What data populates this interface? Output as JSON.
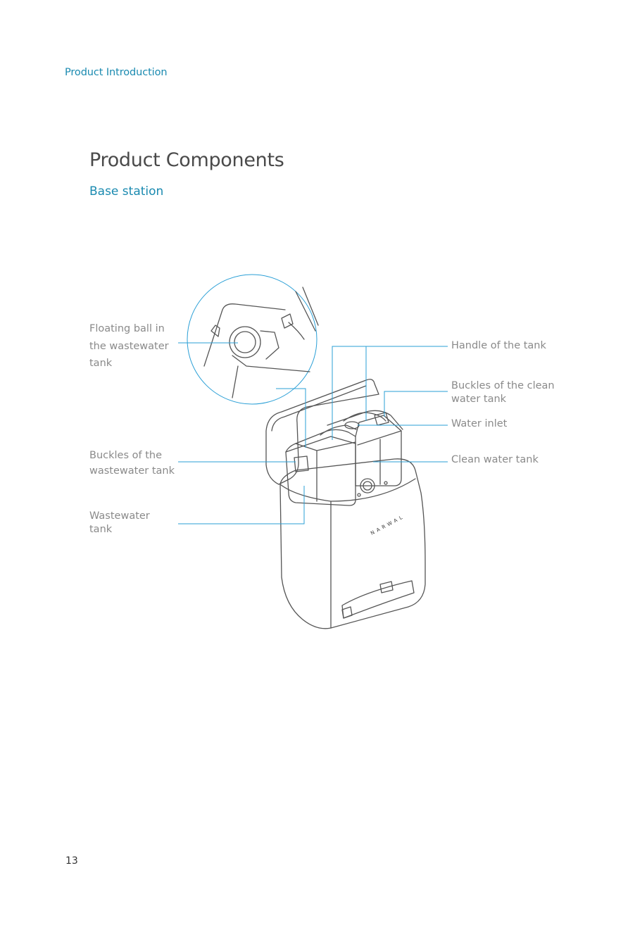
{
  "header": {
    "section": "Product Introduction"
  },
  "title": "Product Components",
  "subtitle": "Base station",
  "diagram": {
    "brand_mark": "NARWAL",
    "labels_left": {
      "floating_ball": [
        "Floating ball in",
        "the wastewater",
        "tank"
      ],
      "buckles_waste": [
        "Buckles of the",
        "wastewater tank"
      ],
      "wastewater_tank": [
        "Wastewater",
        "tank"
      ]
    },
    "labels_right": {
      "handle": "Handle of the tank",
      "buckles_clean": [
        "Buckles of the clean",
        "water tank"
      ],
      "water_inlet": "Water inlet",
      "clean_tank": "Clean water tank"
    },
    "leader_color": "#2a9fd6"
  },
  "page_number": "13"
}
